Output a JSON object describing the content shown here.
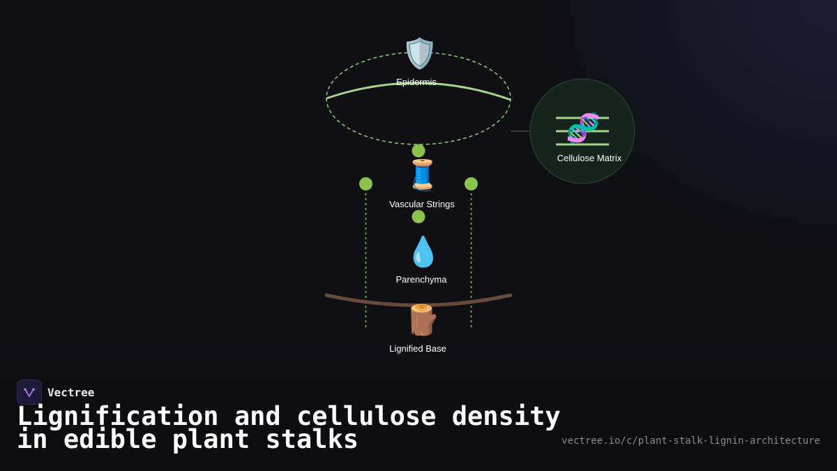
{
  "diagram": {
    "nodes": [
      {
        "id": "epidermis",
        "label": "Epidermis",
        "icon": "shield-icon",
        "glyph": "🛡️"
      },
      {
        "id": "vascular",
        "label": "Vascular Strings",
        "icon": "thread-spool-icon",
        "glyph": "🧵"
      },
      {
        "id": "parenchyma",
        "label": "Parenchyma",
        "icon": "water-droplet-icon",
        "glyph": "💧"
      },
      {
        "id": "lignified",
        "label": "Lignified Base",
        "icon": "wood-log-icon",
        "glyph": "🪵"
      }
    ],
    "callout": {
      "label": "Cellulose Matrix",
      "icon": "dna-icon",
      "glyph": "🧬"
    },
    "colors": {
      "accent_green": "#8bc34a",
      "light_green": "#a5d68a",
      "dashed_green": "#8fcf7e",
      "bark_brown": "#6b4a3e",
      "callout_fill": "#15241c",
      "callout_stroke": "#2c4a36",
      "connector": "#6e6e78"
    }
  },
  "branding": {
    "name": "Vectree",
    "logo_icon": "vectree-logo-icon"
  },
  "title": {
    "line1": "Lignification and cellulose density",
    "line2": "in edible plant stalks"
  },
  "url": "vectree.io/c/plant-stalk-lignin-architecture"
}
